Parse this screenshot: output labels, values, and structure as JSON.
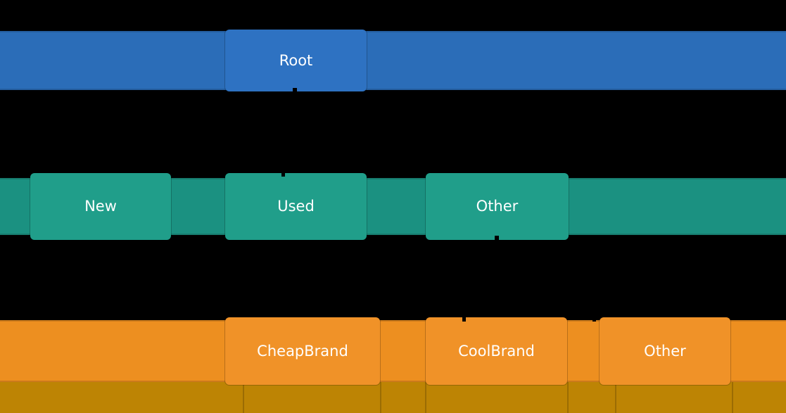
{
  "canvas": {
    "background": "#000000"
  },
  "chart": {
    "type": "hierarchy-tree",
    "levels": [
      {
        "depth": 0,
        "band_color": "#2b6db8",
        "node_color": "#2e72c2",
        "nodes": [
          {
            "label": "Root"
          }
        ]
      },
      {
        "depth": 1,
        "band_color": "#1b9181",
        "node_color": "#209e8a",
        "nodes": [
          {
            "label": "New"
          },
          {
            "label": "Used"
          },
          {
            "label": "Other"
          }
        ]
      },
      {
        "depth": 2,
        "band_color": "#ed8f20",
        "node_color": "#f09228",
        "nodes": [
          {
            "label": "CheapBrand"
          },
          {
            "label": "CoolBrand"
          },
          {
            "label": "Other"
          }
        ]
      }
    ],
    "footer_band_color": "#bd8404",
    "label_color": "#ffffff"
  }
}
